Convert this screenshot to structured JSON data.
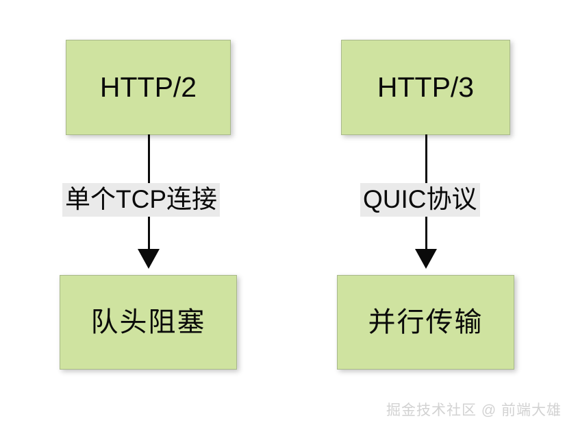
{
  "diagram": {
    "type": "flowchart",
    "direction": "top-to-bottom",
    "columns": [
      {
        "id": "http2-branch",
        "source_node": "HTTP/2",
        "edge_label": "单个TCP连接",
        "target_node": "队头阻塞"
      },
      {
        "id": "http3-branch",
        "source_node": "HTTP/3",
        "edge_label": "QUIC协议",
        "target_node": "并行传输"
      }
    ],
    "nodes": {
      "http2": "HTTP/2",
      "http3": "HTTP/3",
      "head_of_line_blocking": "队头阻塞",
      "parallel_transfer": "并行传输"
    },
    "edge_labels": {
      "single_tcp_connection": "单个TCP连接",
      "quic_protocol": "QUIC协议"
    },
    "colors": {
      "node_fill": "#cfe3a0",
      "node_border": "#a8b88a",
      "edge_stroke": "#0a0a0a",
      "edge_label_background": "#eaeaea",
      "text": "#0a0a0a",
      "canvas_background": "#ffffff",
      "watermark": "#d2d2d2"
    }
  },
  "watermark": {
    "text": "掘金技术社区 @ 前端大雄"
  }
}
